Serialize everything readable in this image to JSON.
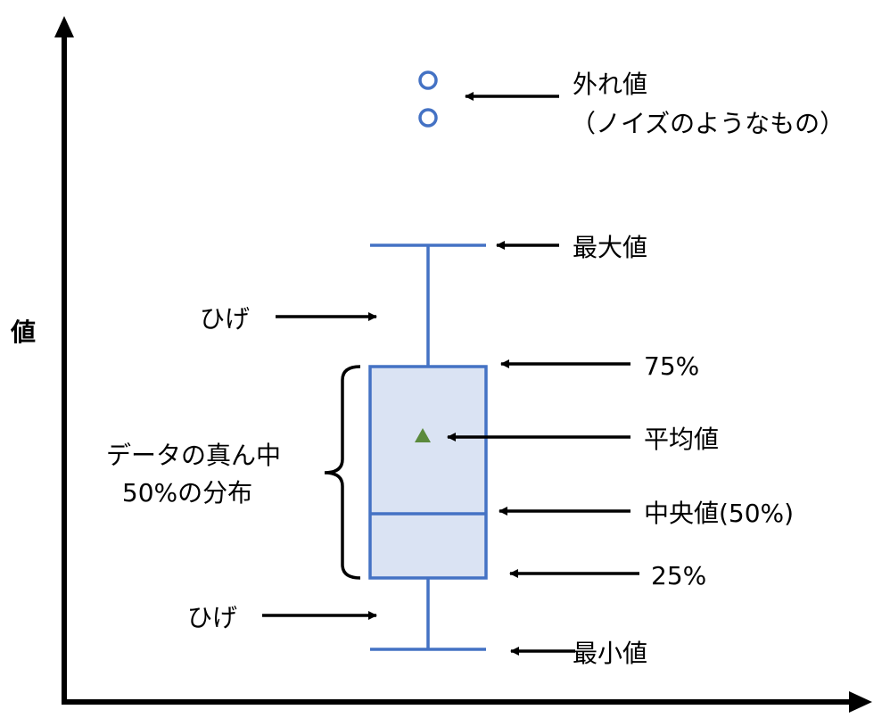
{
  "y_axis_label": "値",
  "labels": {
    "outlier_title": "外れ値",
    "outlier_note": "（ノイズのようなもの）",
    "max": "最大値",
    "whisker_upper": "ひげ",
    "q3": "75%",
    "mean": "平均値",
    "iqr_line1": "データの真ん中",
    "iqr_line2": "50%の分布",
    "median": "中央値(50%)",
    "q1": "25%",
    "whisker_lower": "ひげ",
    "min": "最小値"
  },
  "colors": {
    "box_stroke": "#4472C4",
    "box_fill": "#DAE3F3",
    "mean_marker": "#5B8A3C",
    "outlier_stroke": "#4472C4",
    "axis": "#000000"
  },
  "icons": {
    "mean_marker": "triangle",
    "outlier_marker": "circle"
  }
}
